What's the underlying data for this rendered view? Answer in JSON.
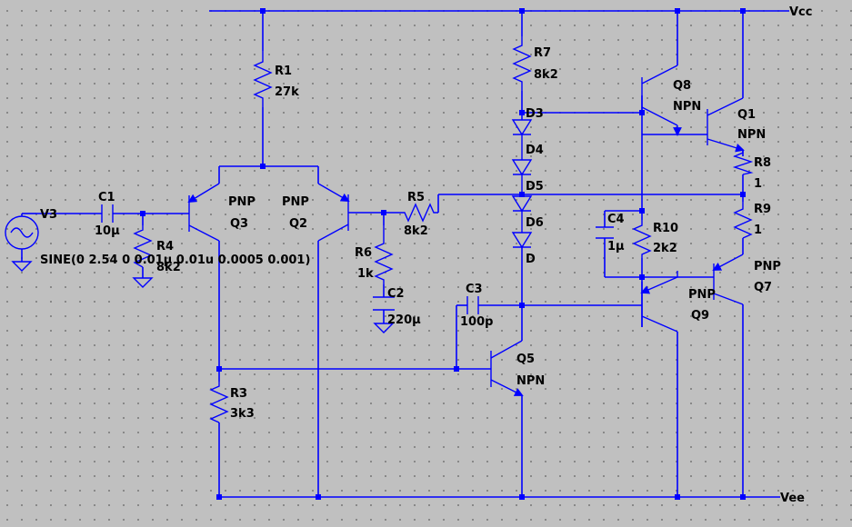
{
  "nets": {
    "vcc": "Vcc",
    "vee": "Vee"
  },
  "components": {
    "r1": {
      "name": "R1",
      "value": "27k"
    },
    "r3": {
      "name": "R3",
      "value": "3k3"
    },
    "r4": {
      "name": "R4",
      "value": "8k2"
    },
    "r5": {
      "name": "R5",
      "value": "8k2"
    },
    "r6": {
      "name": "R6",
      "value": "1k"
    },
    "r7": {
      "name": "R7",
      "value": "8k2"
    },
    "r8": {
      "name": "R8",
      "value": "1"
    },
    "r9": {
      "name": "R9",
      "value": "1"
    },
    "r10": {
      "name": "R10",
      "value": "2k2"
    },
    "c1": {
      "name": "C1",
      "value": "10μ"
    },
    "c2": {
      "name": "C2",
      "value": "220μ"
    },
    "c3": {
      "name": "C3",
      "value": "100p"
    },
    "c4": {
      "name": "C4",
      "value": "1μ"
    },
    "d3": {
      "name": "D3"
    },
    "d4": {
      "name": "D4"
    },
    "d5": {
      "name": "D5"
    },
    "d6": {
      "name": "D6"
    },
    "d": {
      "name": "D"
    },
    "q1": {
      "name": "Q1",
      "type": "NPN"
    },
    "q2": {
      "name": "Q2",
      "type": "PNP"
    },
    "q3": {
      "name": "Q3",
      "type": "PNP"
    },
    "q5": {
      "name": "Q5",
      "type": "NPN"
    },
    "q7": {
      "name": "Q7",
      "type": "PNP"
    },
    "q8": {
      "name": "Q8",
      "type": "NPN"
    },
    "q9": {
      "name": "Q9",
      "type": "PNP"
    },
    "v3": {
      "name": "V3",
      "value": "SINE(0 2.54 0 0.01μ 0.01u 0.0005 0.001)"
    }
  },
  "colors": {
    "wire": "#0000ff",
    "background": "#c0c0c0",
    "grid_dot": "#7a7a7a",
    "text": "#000000"
  }
}
